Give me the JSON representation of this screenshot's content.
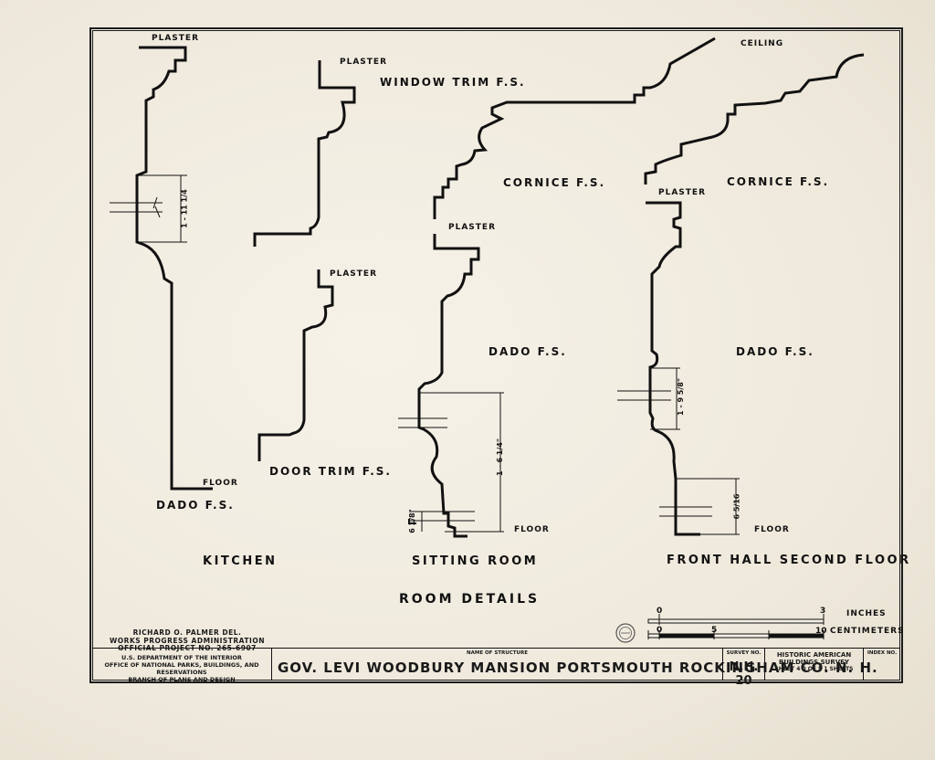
{
  "labels": {
    "plaster": "PLASTER",
    "ceiling": "CEILING",
    "floor": "FLOOR",
    "window_trim": "WINDOW TRIM  F.S.",
    "door_trim": "DOOR TRIM  F.S.",
    "cornice": "CORNICE  F.S.",
    "dado": "DADO  F.S."
  },
  "dimensions": {
    "kitchen_dado": "1 - 11 1/4",
    "sitting_dado": "1 - 6 1/4\"",
    "sitting_base": "6 1/8\"",
    "hall_dado": "1 - 9 5/8\"",
    "hall_base": "6 5/16"
  },
  "rooms": {
    "kitchen": "KITCHEN",
    "sitting_room": "SITTING ROOM",
    "front_hall": "FRONT HALL  SECOND FLOOR"
  },
  "sheet_title": "ROOM  DETAILS",
  "scale": {
    "inches_label": "INCHES",
    "cm_label": "CENTIMETERS",
    "in_0": "0",
    "in_3": "3",
    "cm_0": "0",
    "cm_5": "5",
    "cm_10": "10"
  },
  "credits": {
    "line1": "RICHARD O. PALMER    DEL.",
    "line2": "WORKS PROGRESS ADMINISTRATION",
    "line3": "OFFICIAL PROJECT NO. 265-6907"
  },
  "title_block": {
    "agency1": "U.S. DEPARTMENT OF THE INTERIOR",
    "agency2": "OFFICE OF NATIONAL PARKS, BUILDINGS, AND RESERVATIONS",
    "agency3": "BRANCH OF PLANS AND DESIGN",
    "name_caption": "NAME OF STRUCTURE",
    "structure_name": "GOV. LEVI WOODBURY MANSION  PORTSMOUTH  ROCKINGHAM CO. N. H.",
    "survey_caption": "SURVEY NO.",
    "survey_no": "N.H. 20",
    "habs1": "HISTORIC AMERICAN",
    "habs2": "BUILDINGS SURVEY",
    "sheet_info": "SHEET 4 0 OF 5 1  SHEETS",
    "index_caption": "INDEX NO."
  }
}
